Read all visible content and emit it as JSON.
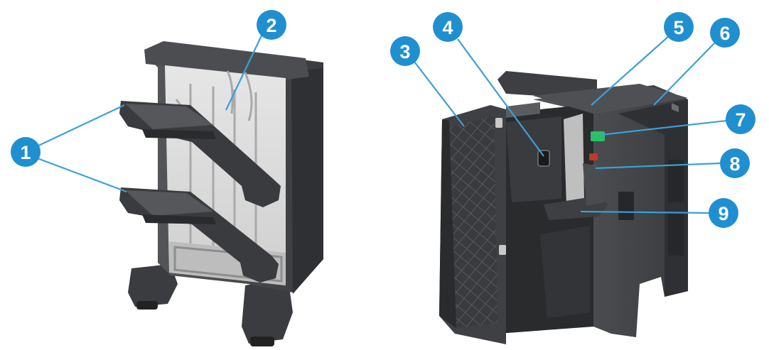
{
  "callouts": [
    {
      "id": "1",
      "label": "1"
    },
    {
      "id": "2",
      "label": "2"
    },
    {
      "id": "3",
      "label": "3"
    },
    {
      "id": "4",
      "label": "4"
    },
    {
      "id": "5",
      "label": "5"
    },
    {
      "id": "6",
      "label": "6"
    },
    {
      "id": "7",
      "label": "7"
    },
    {
      "id": "8",
      "label": "8"
    },
    {
      "id": "9",
      "label": "9"
    }
  ],
  "colors": {
    "callout_fill": "#1f8fd0",
    "callout_text": "#ffffff",
    "leader_line": "#3aa0d8",
    "body_dark": "#3c3d40",
    "body_mid": "#55575b",
    "body_light": "#6a6c70",
    "paper_area": "#dcdcdc",
    "accent_green": "#2bbf6a",
    "accent_red": "#c0392b"
  }
}
